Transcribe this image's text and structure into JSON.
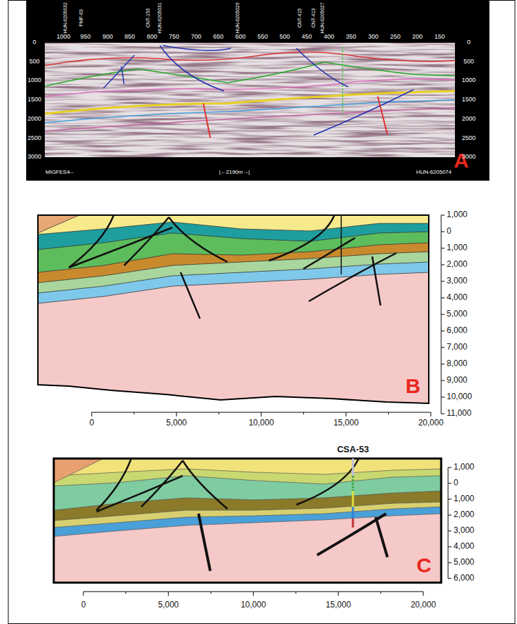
{
  "diagram": {
    "nodes": [
      {
        "text": [
          "A"
        ]
      },
      {
        "text": [
          "B"
        ]
      },
      {
        "text": [
          "C"
        ]
      }
    ],
    "labels": [
      "1000",
      "950",
      "900",
      "850",
      "800",
      "750",
      "700",
      "650",
      "600",
      "550",
      "500",
      "450",
      "400",
      "350",
      "300",
      "250",
      "200",
      "150",
      "HUN-6205032",
      "PMF-63",
      "CNT-153",
      "HUN-6205031",
      "HUN-6205029",
      "CNT-415",
      "CNT-413",
      "HUN-6205027",
      "0",
      "500",
      "1000",
      "1500",
      "2000",
      "2500",
      "3000",
      "0",
      "500",
      "1000",
      "1500",
      "2000",
      "2500",
      "3000",
      "MIGFES4--",
      "|←2190m→|",
      "HUN-6205074",
      "1,000",
      "0",
      "1,000",
      "2,000",
      "3,000",
      "4,000",
      "5,000",
      "6,000",
      "7,000",
      "8,000",
      "9,000",
      "10,000",
      "11,000",
      "0",
      "5,000",
      "10,000",
      "15,000",
      "20,000",
      "CSA-53",
      "1,000",
      "0",
      "1,000",
      "2,000",
      "3,000",
      "4,000",
      "5,000",
      "6,000",
      "0",
      "5,000",
      "10,000",
      "15,000",
      "20,000"
    ]
  }
}
